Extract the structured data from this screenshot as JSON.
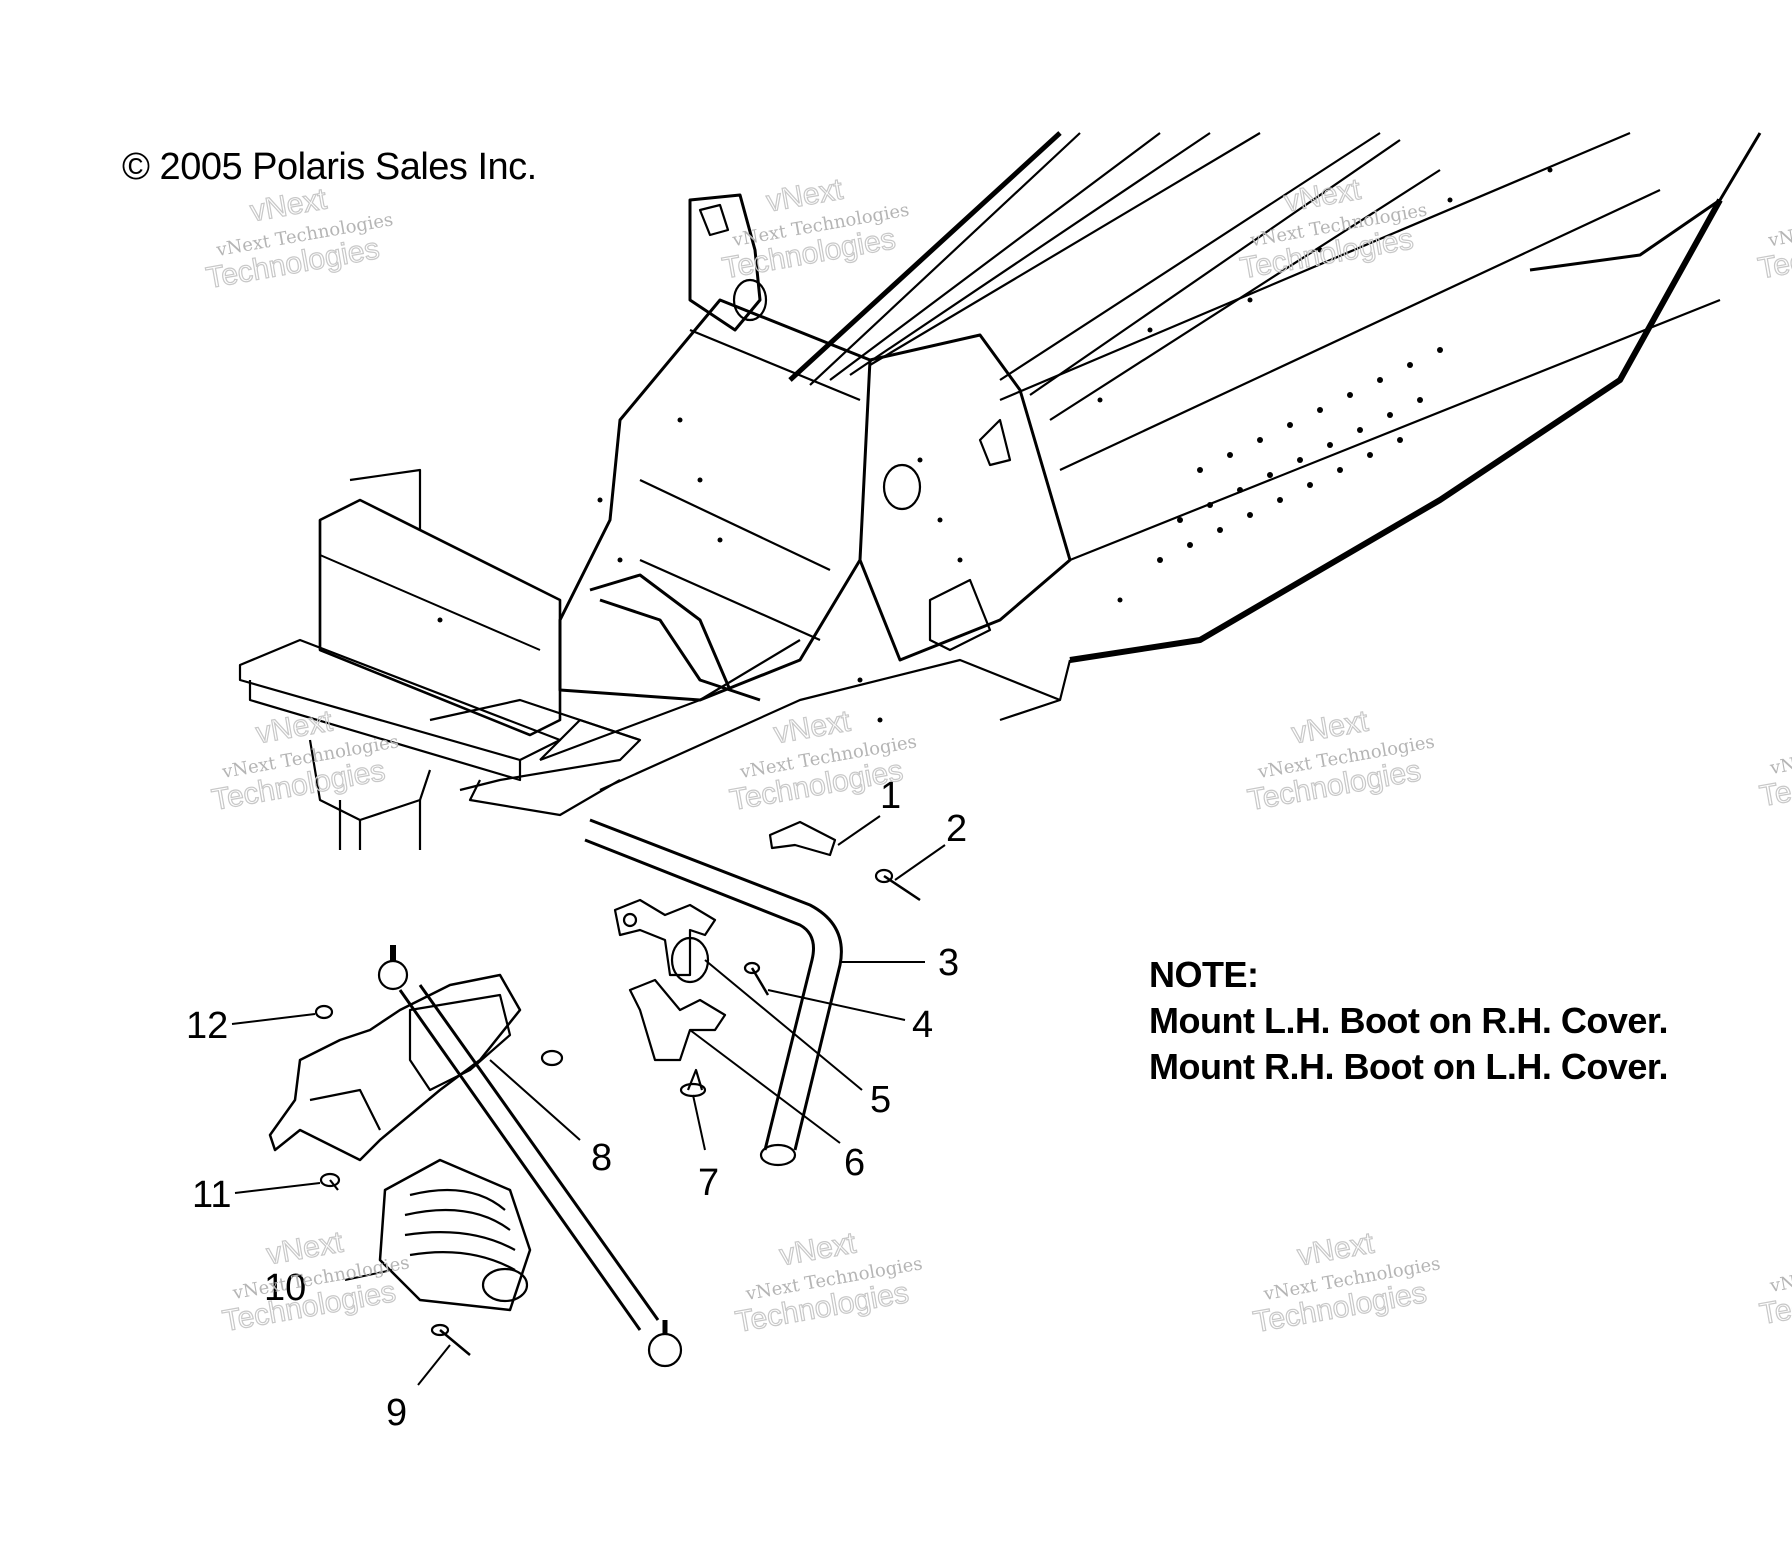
{
  "copyright": "© 2005 Polaris Sales Inc.",
  "note": {
    "heading": "NOTE:",
    "lines": [
      "Mount L.H. Boot on R.H. Cover.",
      "Mount R.H. Boot on L.H. Cover."
    ]
  },
  "watermark": {
    "small": "vNext Technologies",
    "large_top": "vNext",
    "large_bottom": "Technologies"
  },
  "callouts": [
    "1",
    "2",
    "3",
    "4",
    "5",
    "6",
    "7",
    "8",
    "9",
    "10",
    "11",
    "12"
  ]
}
